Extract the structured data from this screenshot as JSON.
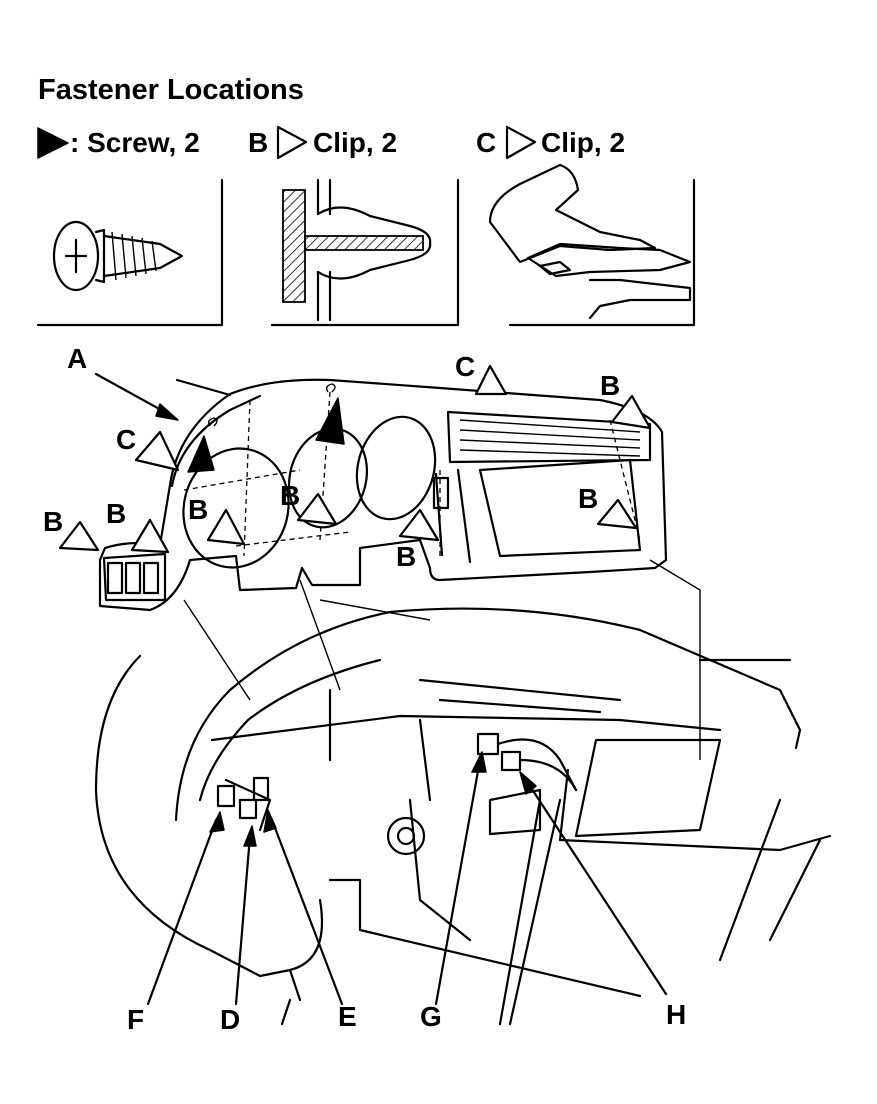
{
  "heading": "Fastener Locations",
  "legend": {
    "screw": {
      "label": ": Screw, 2",
      "icon": "filled-triangle-icon"
    },
    "clip_b": {
      "letter": "B",
      "label": "Clip, 2",
      "icon": "outline-triangle-icon"
    },
    "clip_c": {
      "letter": "C",
      "label": "Clip, 2",
      "icon": "outline-triangle-icon"
    }
  },
  "callouts": {
    "A": "A",
    "B": "B",
    "C": "C",
    "D": "D",
    "E": "E",
    "F": "F",
    "G": "G",
    "H": "H"
  }
}
